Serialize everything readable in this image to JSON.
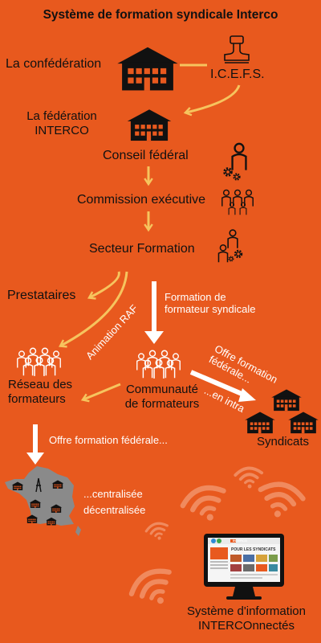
{
  "title": "Système de formation syndicale Interco",
  "nodes": {
    "confederation": "La confédération",
    "icefs": "I.C.E.F.S.",
    "federation": [
      "La fédération",
      "INTERCO"
    ],
    "conseil": "Conseil fédéral",
    "commission": "Commission exécutive",
    "secteur": "Secteur Formation",
    "prestataires": "Prestataires",
    "reseau": [
      "Réseau des",
      "formateurs"
    ],
    "communaute": [
      "Communauté",
      "de formateurs"
    ],
    "syndicats": "Syndicats",
    "systeme": [
      "Système d'information",
      "INTERCOnnectés"
    ]
  },
  "edge_labels": {
    "animation_raf": "Animation RAF",
    "formation_formateur": [
      "Formation de",
      "formateur syndicale"
    ],
    "offre_federale_right": [
      "Offre formation",
      "fédérale..."
    ],
    "en_intra": "...en intra",
    "offre_federale_left": "Offre formation fédérale...",
    "centralisee": "...centralisée",
    "decentralisee": "décentralisée"
  },
  "monitor_screen": {
    "badge": "INTERCO",
    "heading": "POUR LES SYNDICATS"
  },
  "colors": {
    "background": "#e8591e",
    "arrow_yellow": "#f6c45e",
    "arrow_white": "#ffffff",
    "icon_dark": "#111111",
    "map_gray": "#8a8a8a",
    "wifi_faded": "#f08a5e"
  }
}
